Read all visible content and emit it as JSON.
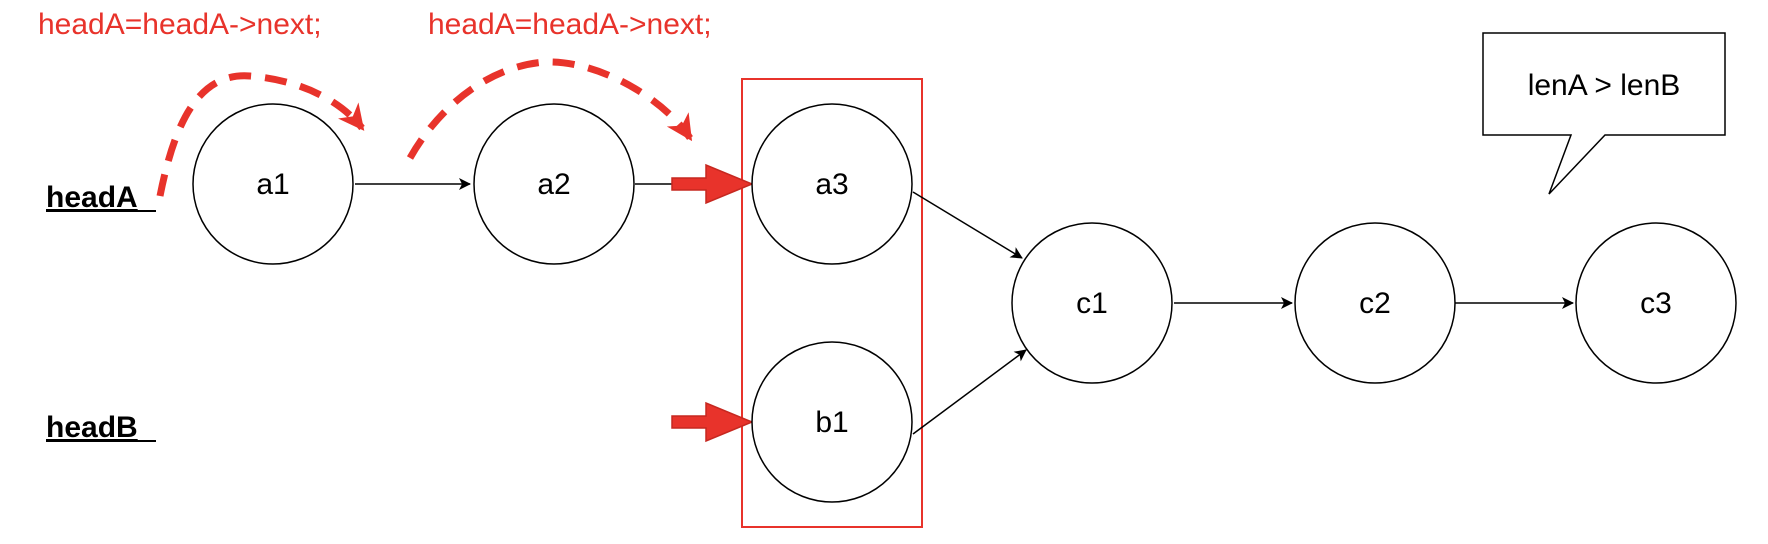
{
  "annotations": {
    "step1": "headA=headA->next;",
    "step2": "headA=headA->next;"
  },
  "heads": {
    "headA": "headA",
    "headB": "headB"
  },
  "nodes": {
    "a1": "a1",
    "a2": "a2",
    "a3": "a3",
    "b1": "b1",
    "c1": "c1",
    "c2": "c2",
    "c3": "c3"
  },
  "callout": {
    "text": "lenA > lenB"
  },
  "colors": {
    "accent": "#e8332b",
    "stroke": "#000000",
    "background": "#ffffff"
  }
}
